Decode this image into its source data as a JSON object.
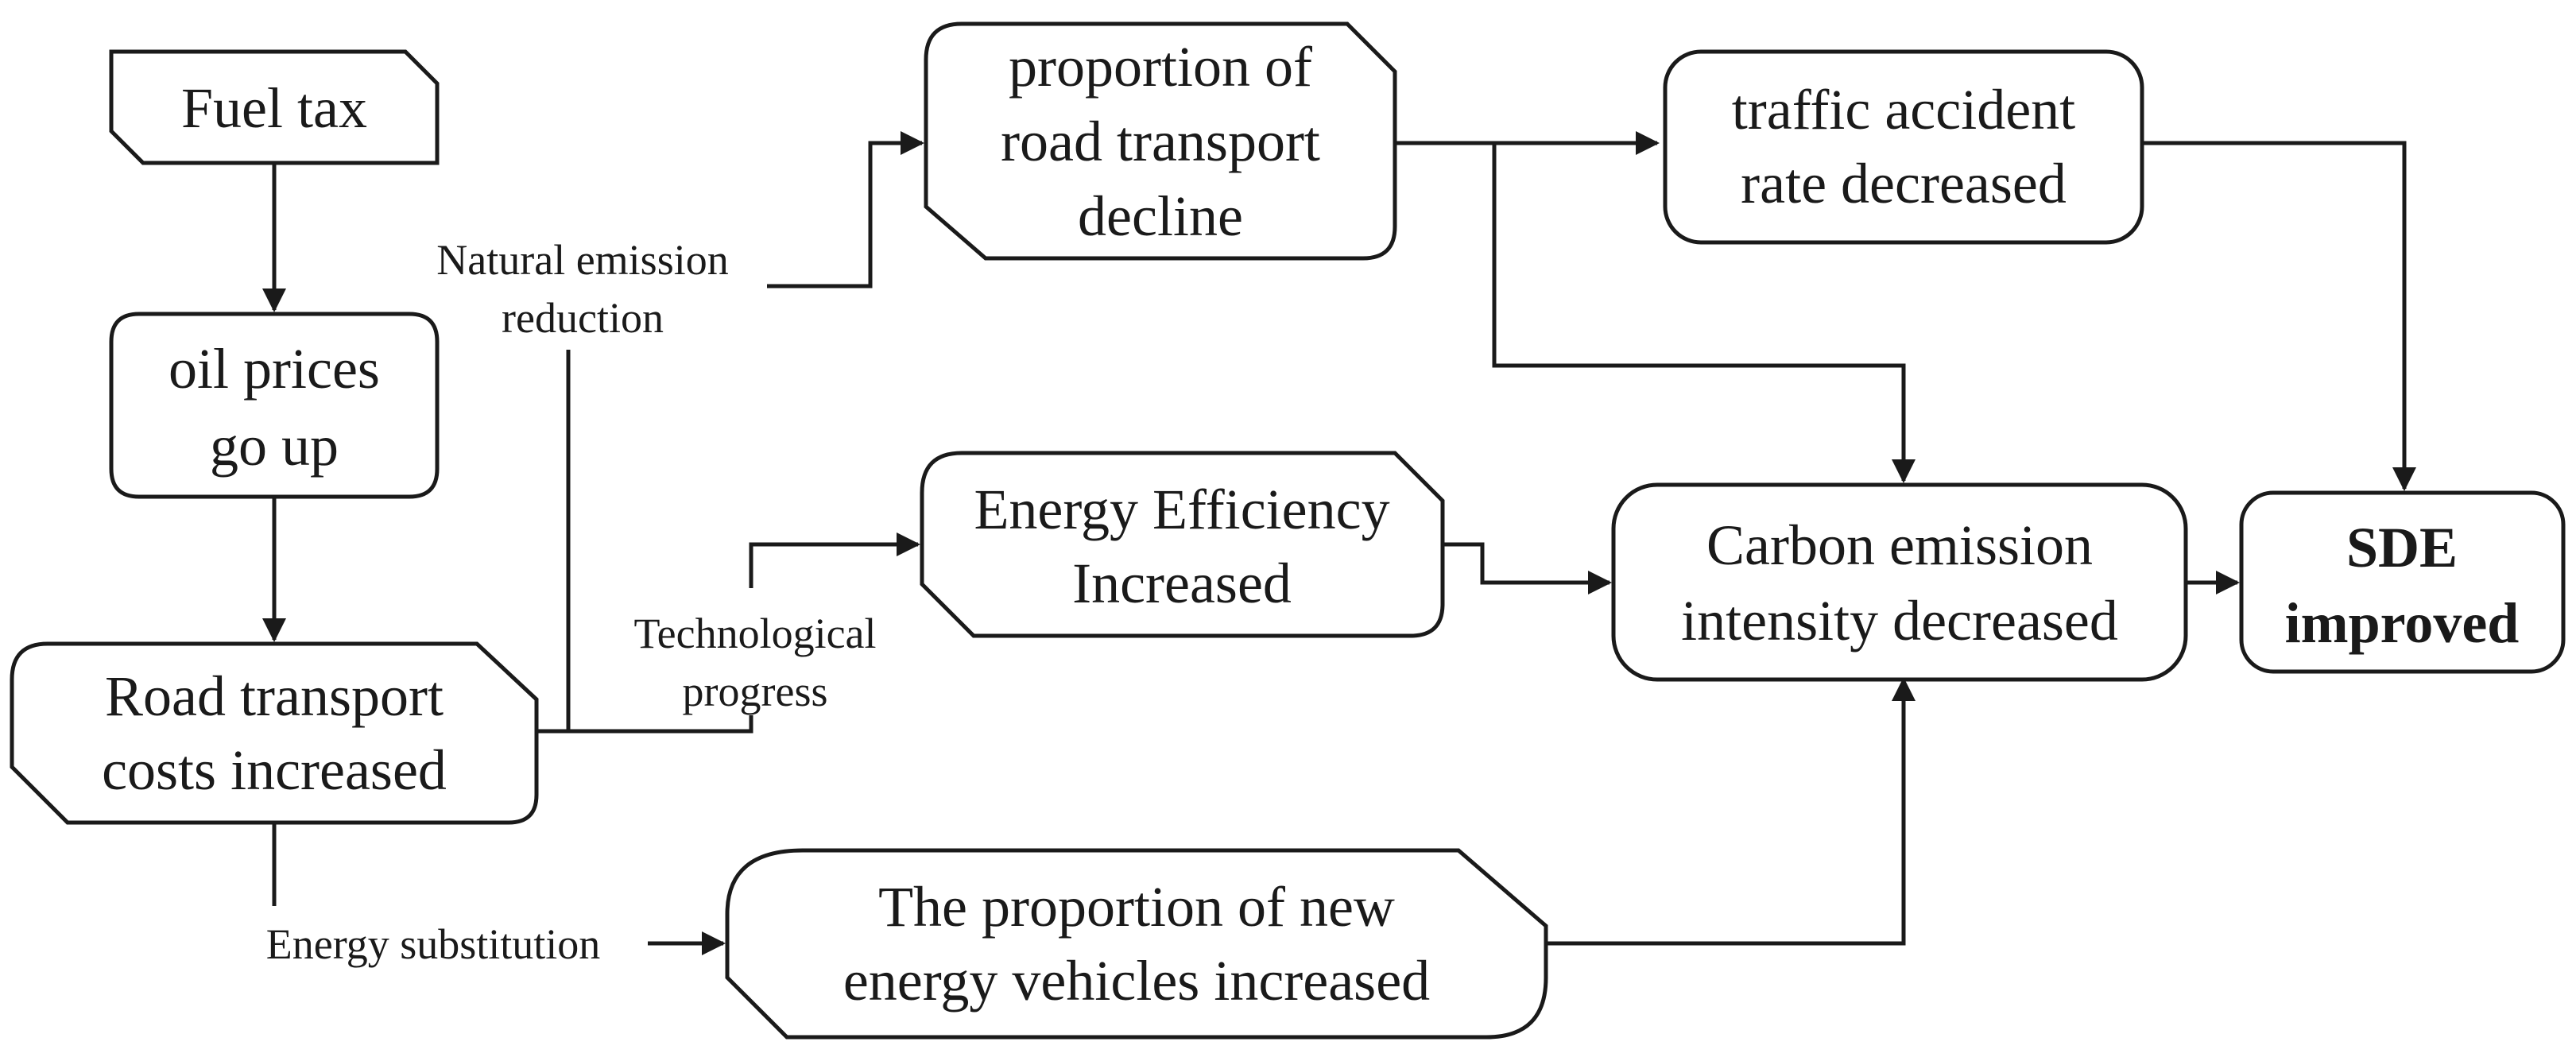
{
  "colors": {
    "stroke": "#1a1a1a",
    "emphasis": "#1f2f5c"
  },
  "nodes": {
    "fuel_tax": {
      "lines": [
        "Fuel tax"
      ]
    },
    "oil_prices": {
      "lines": [
        "oil prices",
        "go up"
      ]
    },
    "road_costs": {
      "lines": [
        "Road transport",
        "costs increased"
      ]
    },
    "road_proportion": {
      "lines": [
        "proportion of",
        "road transport",
        "decline"
      ]
    },
    "accident_rate": {
      "lines": [
        "traffic accident",
        "rate decreased"
      ]
    },
    "energy_efficiency": {
      "lines": [
        "Energy Efficiency",
        "Increased"
      ]
    },
    "carbon_intensity": {
      "lines": [
        "Carbon emission",
        "intensity decreased"
      ]
    },
    "nev_proportion": {
      "lines": [
        "The proportion of new",
        "energy vehicles increased"
      ]
    },
    "sde": {
      "lines": [
        "SDE",
        "improved"
      ]
    }
  },
  "edge_labels": {
    "natural_emission": [
      "Natural emission",
      "reduction"
    ],
    "tech_progress": [
      "Technological",
      "progress"
    ],
    "energy_substitution": [
      "Energy substitution"
    ]
  }
}
